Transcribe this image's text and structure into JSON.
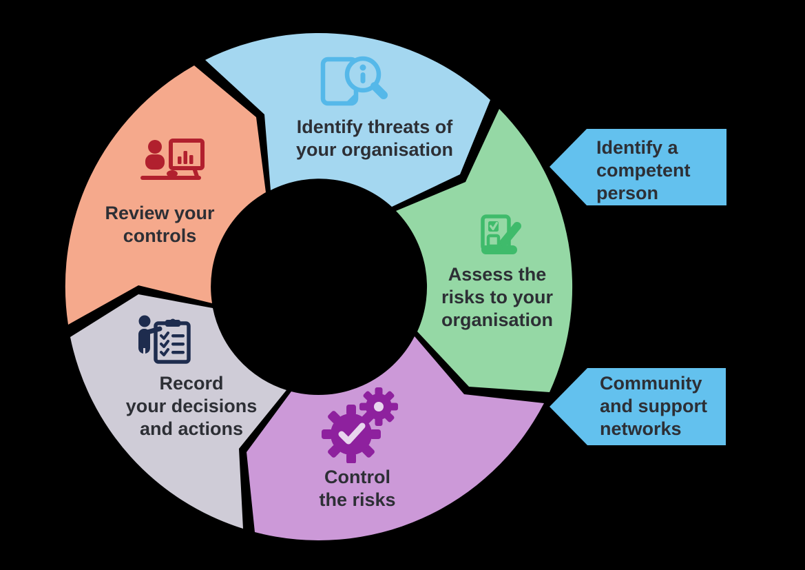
{
  "background_color": "#000000",
  "text_color": "#2d2f35",
  "wheel": {
    "segments": [
      {
        "name": "identify-threats",
        "label_lines": [
          "Identify threats of",
          "your organisation"
        ],
        "color": "#a4d7f0",
        "icon": "document-search-icon",
        "icon_color": "#55b8e9"
      },
      {
        "name": "assess-risks",
        "label_lines": [
          "Assess the",
          "risks to your",
          "organisation"
        ],
        "color": "#95d8a5",
        "icon": "checklist-pen-icon",
        "icon_color": "#3fbb6b"
      },
      {
        "name": "control-risks",
        "label_lines": [
          "Control",
          "the risks"
        ],
        "color": "#cc99d8",
        "icon": "gears-check-icon",
        "icon_color": "#8e219e",
        "icon_mark_color": "#e8d5ee"
      },
      {
        "name": "record-decisions",
        "label_lines": [
          "Record",
          "your decisions",
          "and actions"
        ],
        "color": "#cfccd7",
        "icon": "presenter-checklist-icon",
        "icon_color": "#1e2c4e"
      },
      {
        "name": "review-controls",
        "label_lines": [
          "Review your",
          "controls"
        ],
        "color": "#f5a98c",
        "icon": "analyst-computer-icon",
        "icon_color": "#b1202e"
      }
    ]
  },
  "callouts": [
    {
      "name": "competent-person",
      "label_lines": [
        "Identify a",
        "competent",
        "person"
      ],
      "color": "#63c1ee"
    },
    {
      "name": "community-networks",
      "label_lines": [
        "Community",
        "and support",
        "networks"
      ],
      "color": "#63c1ee"
    }
  ]
}
